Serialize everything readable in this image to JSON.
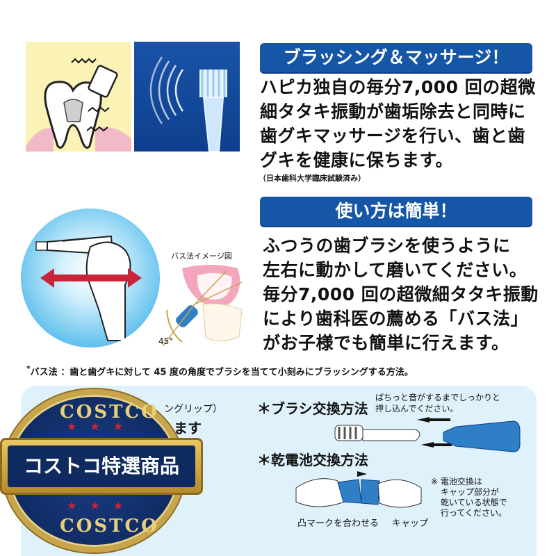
{
  "section1": {
    "heading": "ブラッシング＆マッサージ！",
    "body_lines": [
      "ハピカ独自の毎分7,000 回の超微",
      "細タタキ振動が歯垢除去と同時に",
      "歯グキマッサージを行い、歯と歯",
      "グキを健康に保ちます。"
    ],
    "note": "（日本歯科大学臨床試験済み）"
  },
  "section2": {
    "heading": "使い方は簡単！",
    "body_lines": [
      "ふつうの歯ブラシを使うように",
      "左右に動かして磨いてください。",
      "毎分7,000 回の超微細タタキ振動",
      "により歯科医の薦める「バス法」",
      "がお子様でも簡単に行えます。"
    ],
    "bass_caption": "バス法イメージ図",
    "angle_label": "45°"
  },
  "footnote": {
    "marker": "*",
    "text": "バス法 ：歯と歯グキに対して 45 度の角度でブラシを当てて小刻みにブラッシングする方法。"
  },
  "bottom": {
    "left_partial_1": "ングリップ）",
    "left_partial_2": "ます",
    "brush_title": "＊ブラシ交換方法",
    "brush_note_1": "ぱちっと音がするまでしっかりと",
    "brush_note_2": "押し込んでください。",
    "battery_title": "＊乾電池交換方法",
    "battery_note_1": "※ 電池交換は",
    "battery_note_2": "キャップ部分が",
    "battery_note_3": "乾いている状態で",
    "battery_note_4": "行ってください。",
    "mark_label": "凸マークを合わせる",
    "cap_label": "キャップ"
  },
  "badge": {
    "top_text": "COSTCO",
    "bottom_text": "COSTCO",
    "ribbon_text": "コストコ特選商品"
  },
  "colors": {
    "heading_blue": "#1556a7",
    "panel_blue": "#dff1fb",
    "gold": "#c8a44a",
    "navy": "#0f2a5e",
    "arrow_red": "#c8243a"
  }
}
